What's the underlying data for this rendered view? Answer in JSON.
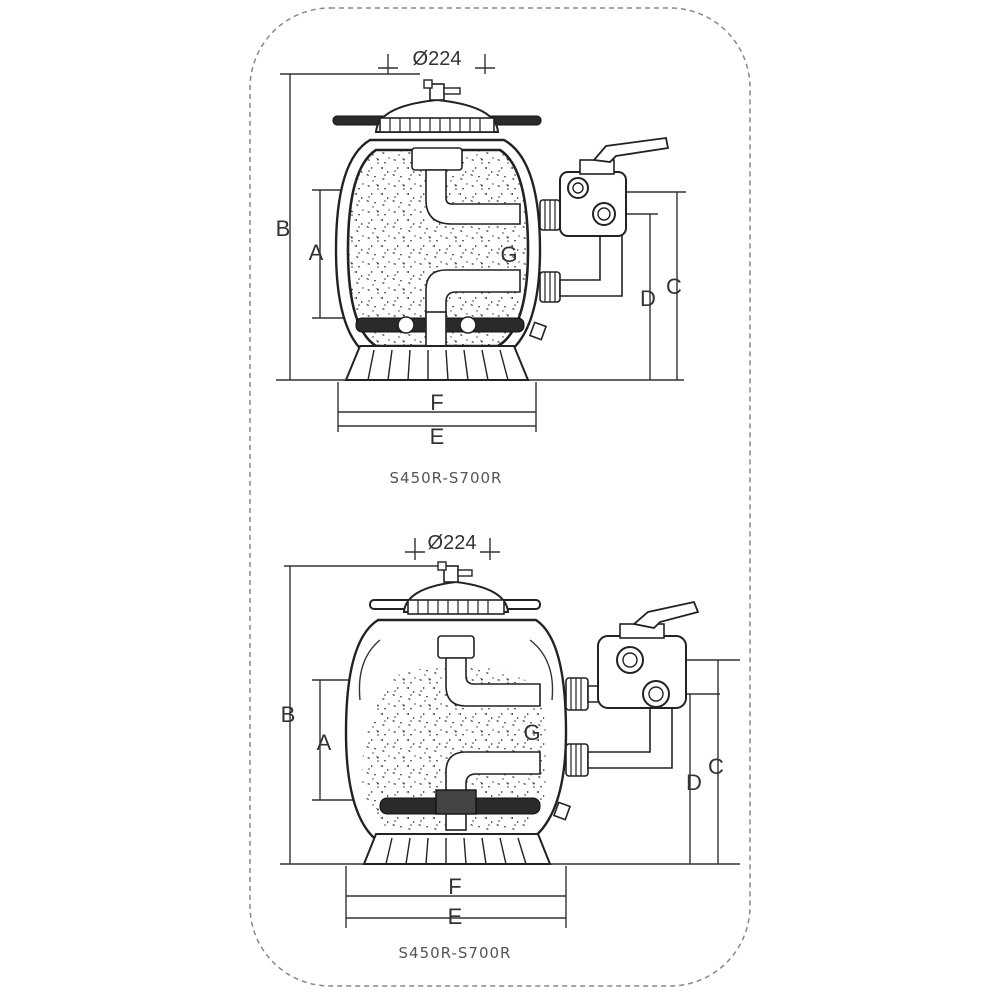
{
  "frame": {
    "style": "dashed-rounded-rect"
  },
  "diagrams": [
    {
      "caption": "S450R-S700R",
      "dimensions": {
        "diameter": "Ø224",
        "a": "A",
        "b": "B",
        "c": "C",
        "d": "D",
        "e": "E",
        "f": "F",
        "g": "G"
      }
    },
    {
      "caption": "S450R-S700R",
      "dimensions": {
        "diameter": "Ø224",
        "a": "A",
        "b": "B",
        "c": "C",
        "d": "D",
        "e": "E",
        "f": "F",
        "g": "G"
      }
    }
  ],
  "colors": {
    "line": "#333333",
    "dark": "#222222",
    "caption": "#555555",
    "frame": "#888888"
  }
}
